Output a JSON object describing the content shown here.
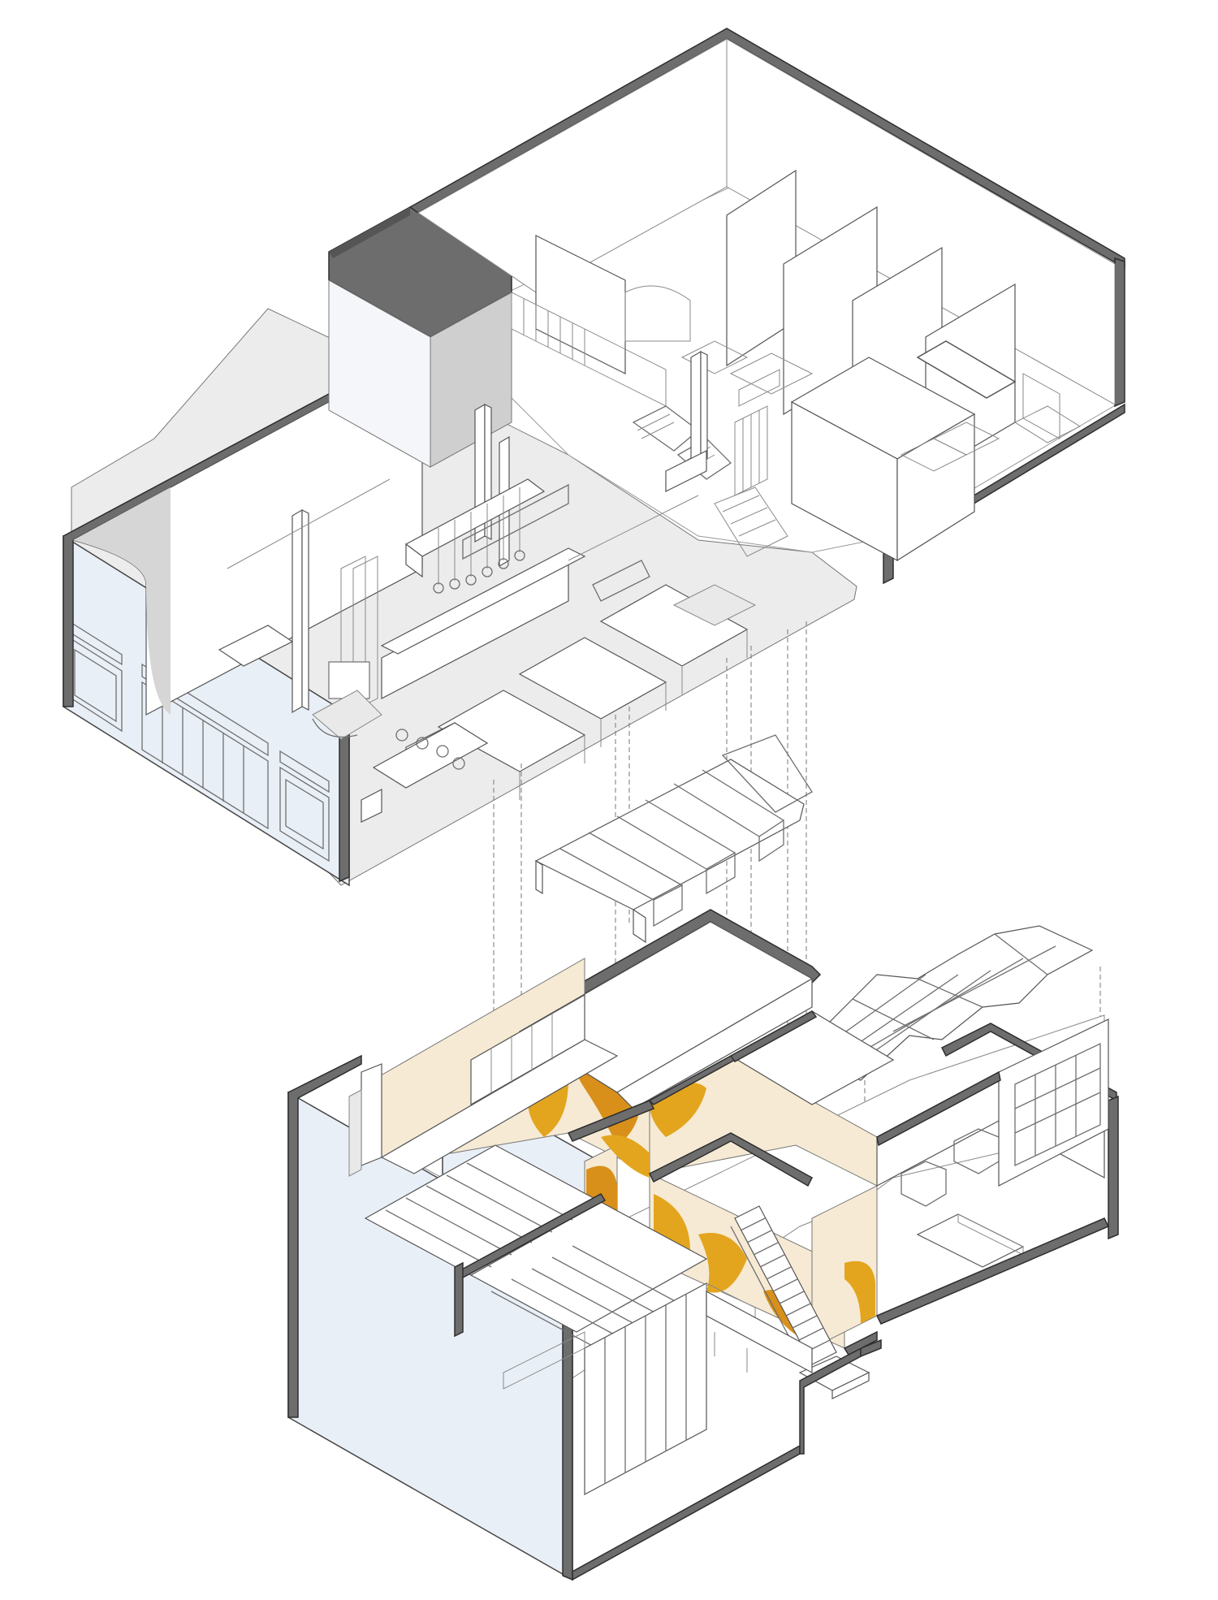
{
  "diagram": {
    "kind": "exploded-axonometric",
    "colors": {
      "background": "#ffffff",
      "cut_wall": "#6d6d6d",
      "ground_floor": "#e6e6e6",
      "facade": "#e9eff6",
      "accent_wall": "#f6ead4",
      "mural": "#e3a51e",
      "line": "#777777"
    },
    "levels": [
      "upper-floor",
      "ceiling-canopy-west",
      "ceiling-canopy-east",
      "lower-floor"
    ],
    "text_labels": []
  }
}
